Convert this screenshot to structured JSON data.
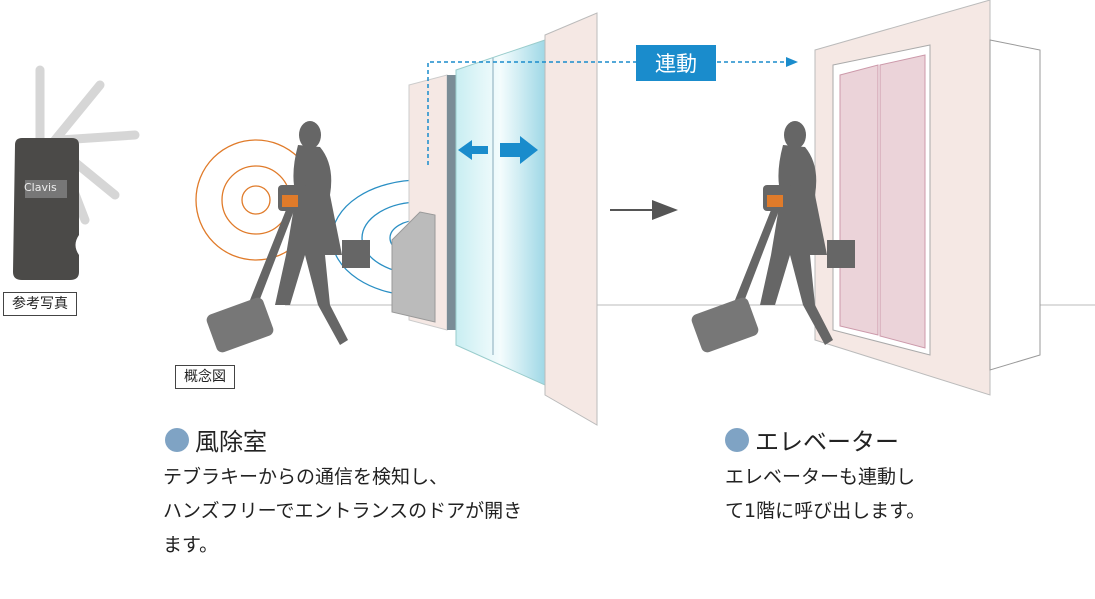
{
  "key_photo": {
    "brand": "Clavis",
    "caption": "参考写真"
  },
  "concept_caption": "概念図",
  "link_label": "連動",
  "left_section": {
    "heading": "風除室",
    "lines": [
      "テブラキーからの通信を検知し、",
      "ハンズフリーでエントランスのドアが開き",
      "ます。"
    ]
  },
  "right_section": {
    "heading": "エレベーター",
    "lines": [
      "エレベーターも連動し",
      "て1階に呼び出します。"
    ]
  },
  "colors": {
    "accent": "#1a8ccc",
    "dot": "#7fa3c4",
    "signal_orange": "#e07b2a",
    "signal_blue": "#2a8fc4"
  }
}
